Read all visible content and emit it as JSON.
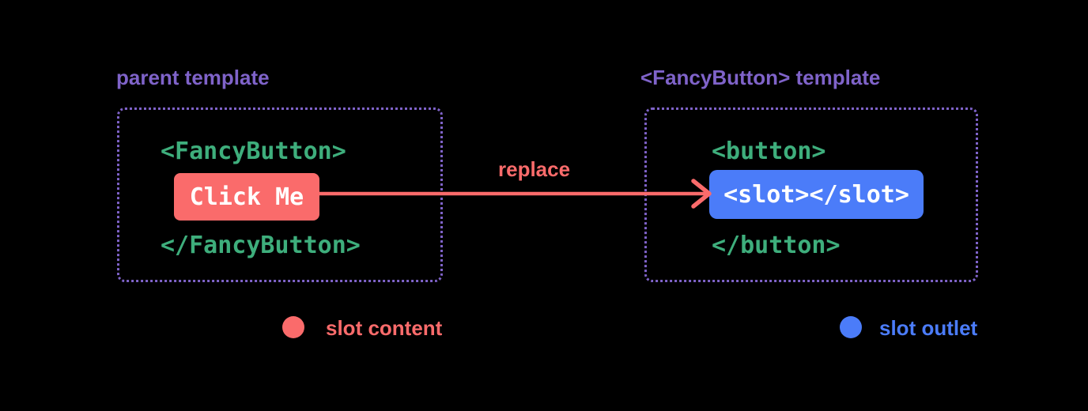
{
  "colors": {
    "background": "#000000",
    "purple": "#7f63c9",
    "green": "#3eae7c",
    "red": "#fa6b6b",
    "blue": "#4b7cf9",
    "button_text": "#ffffff"
  },
  "left_panel": {
    "title": "parent template",
    "open_tag": "<FancyButton>",
    "button_label": "Click Me",
    "close_tag": "</FancyButton>"
  },
  "arrow": {
    "label": "replace"
  },
  "right_panel": {
    "title": "<FancyButton> template",
    "open_tag": "<button>",
    "slot_button_label": "<slot></slot>",
    "close_tag": "</button>"
  },
  "legend": {
    "slot_content": {
      "label": "slot content",
      "color": "#fa6b6b"
    },
    "slot_outlet": {
      "label": "slot outlet",
      "color": "#4b7cf9"
    }
  }
}
